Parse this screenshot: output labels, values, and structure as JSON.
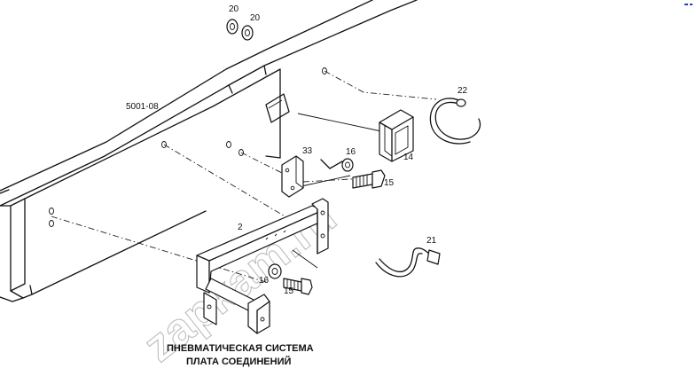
{
  "callouts": {
    "c20a": "20",
    "c20b": "20",
    "c5001": "5001-08",
    "c22": "22",
    "c33": "33",
    "c16a": "16",
    "c14": "14",
    "c15a": "15",
    "c2": "2",
    "c21": "21",
    "c16b": "16",
    "c15b": "15"
  },
  "caption": {
    "line1": "ПНЕВМАТИЧЕСКАЯ СИСТЕМА",
    "line2": "ПЛАТА СОЕДИНЕНИЙ"
  },
  "watermark": "zapkam.ru",
  "colors": {
    "line": "#111111",
    "watermark": "#bdbdbd",
    "corner_mark": "#1f3fbf"
  }
}
